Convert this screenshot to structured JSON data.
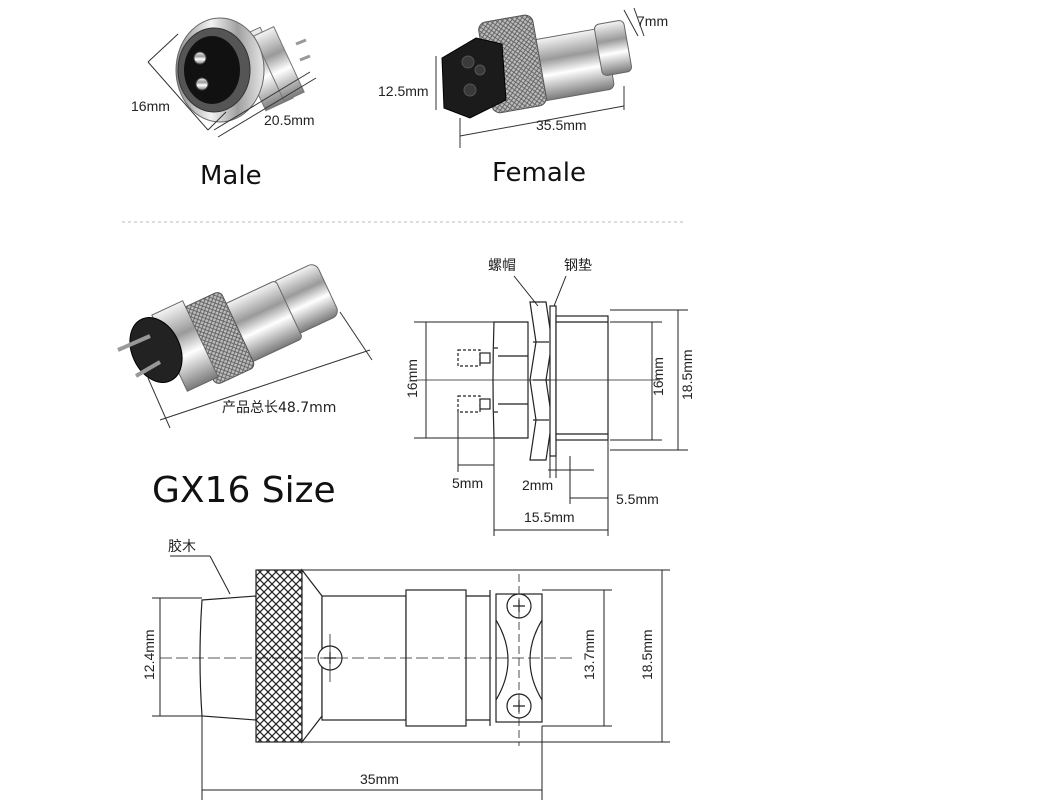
{
  "photos": {
    "male": {
      "label": "Male",
      "dim_diameter": "16mm",
      "dim_length": "20.5mm"
    },
    "female": {
      "label": "Female",
      "dim_diameter": "12.5mm",
      "dim_length": "35.5mm",
      "dim_cable": "7mm"
    },
    "assembled": {
      "total_length": "产品总长48.7mm"
    }
  },
  "title": "GX16 Size",
  "side_view": {
    "nut_label": "螺帽",
    "washer_label": "钢垫",
    "dims": {
      "left_height": "16mm",
      "right_inner": "16mm",
      "right_outer": "18.5mm",
      "pin_offset": "5mm",
      "washer": "2mm",
      "thread_end": "5.5mm",
      "body_length": "15.5mm"
    }
  },
  "plug_view": {
    "label": "胶木",
    "dims": {
      "left": "12.4mm",
      "middle": "13.7mm",
      "right": "18.5mm",
      "length": "35mm"
    }
  },
  "colors": {
    "line": "#222222",
    "metal": "#c8c8c8",
    "dark": "#1a1a1a",
    "divider": "#bbbbbb"
  }
}
